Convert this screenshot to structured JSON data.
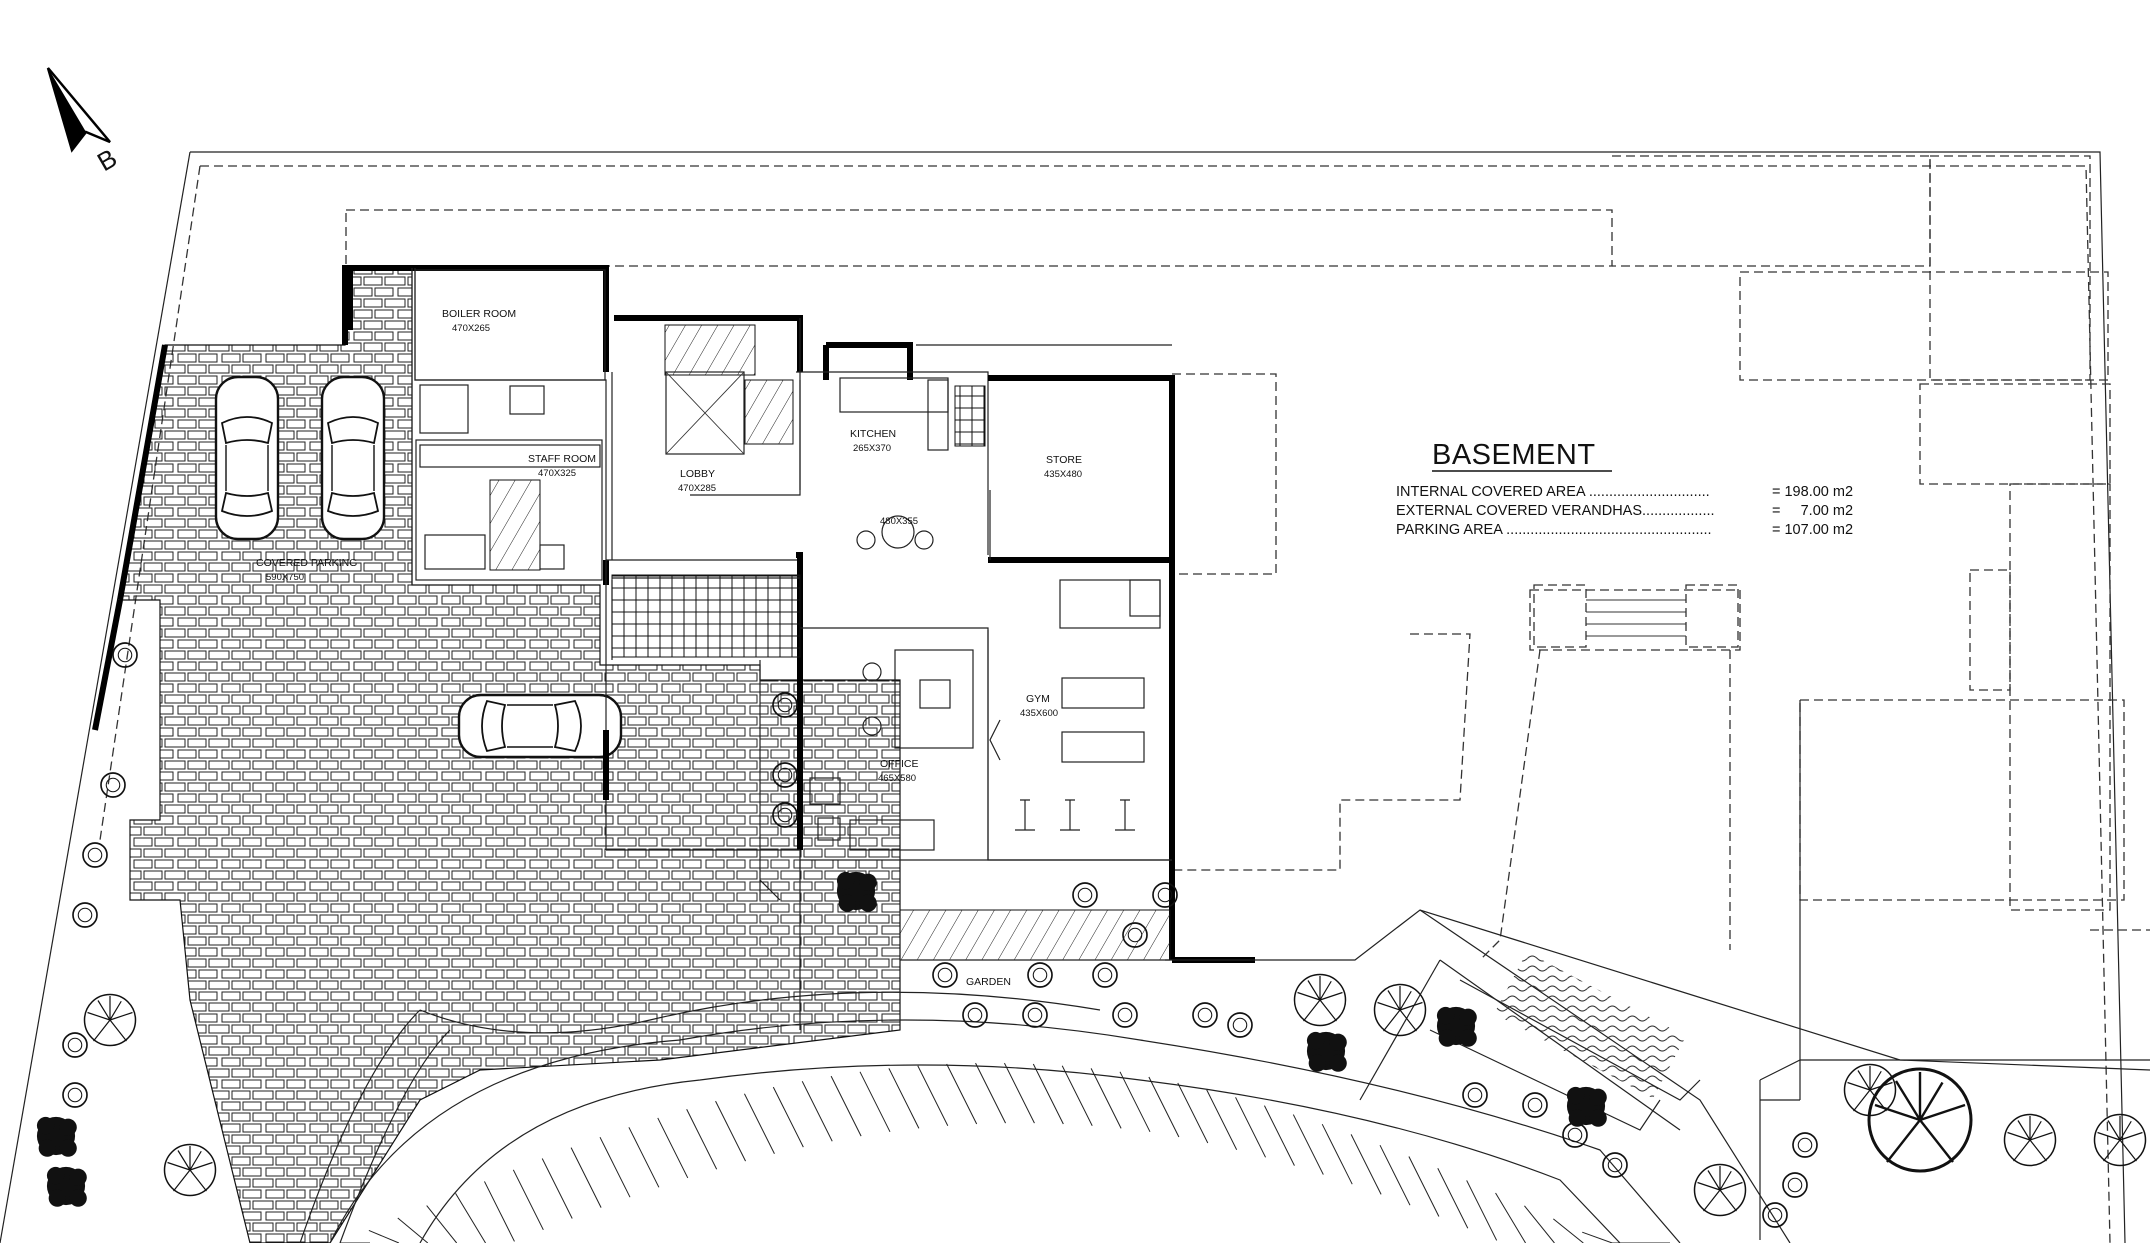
{
  "title": "BASEMENT",
  "compass": {
    "letter": "B",
    "icon": "north-arrow-icon"
  },
  "areas": [
    {
      "label": "INTERNAL COVERED AREA ..............................",
      "value": "= 198.00 m2"
    },
    {
      "label": "EXTERNAL COVERED VERANDHAS..................",
      "value": "=     7.00 m2"
    },
    {
      "label": "PARKING AREA ...................................................",
      "value": "= 107.00 m2"
    }
  ],
  "rooms": {
    "boiler": {
      "name": "BOILER ROOM",
      "size": "470X265"
    },
    "staff": {
      "name": "STAFF ROOM",
      "size": "470X325"
    },
    "lobby": {
      "name": "LOBBY",
      "size": "470X285"
    },
    "kitchen": {
      "name": "KITCHEN",
      "size": "265X370"
    },
    "store": {
      "name": "STORE",
      "size": "435X480"
    },
    "lounge": {
      "size": "480X355"
    },
    "office": {
      "name": "OFFICE",
      "size": "465X580"
    },
    "gym": {
      "name": "GYM",
      "size": "435X600"
    },
    "parking": {
      "name": "COVERED PARKING",
      "size": "590X750"
    },
    "garden": {
      "name": "GARDEN"
    }
  },
  "colors": {
    "ink": "#000000",
    "paper": "#ffffff"
  }
}
